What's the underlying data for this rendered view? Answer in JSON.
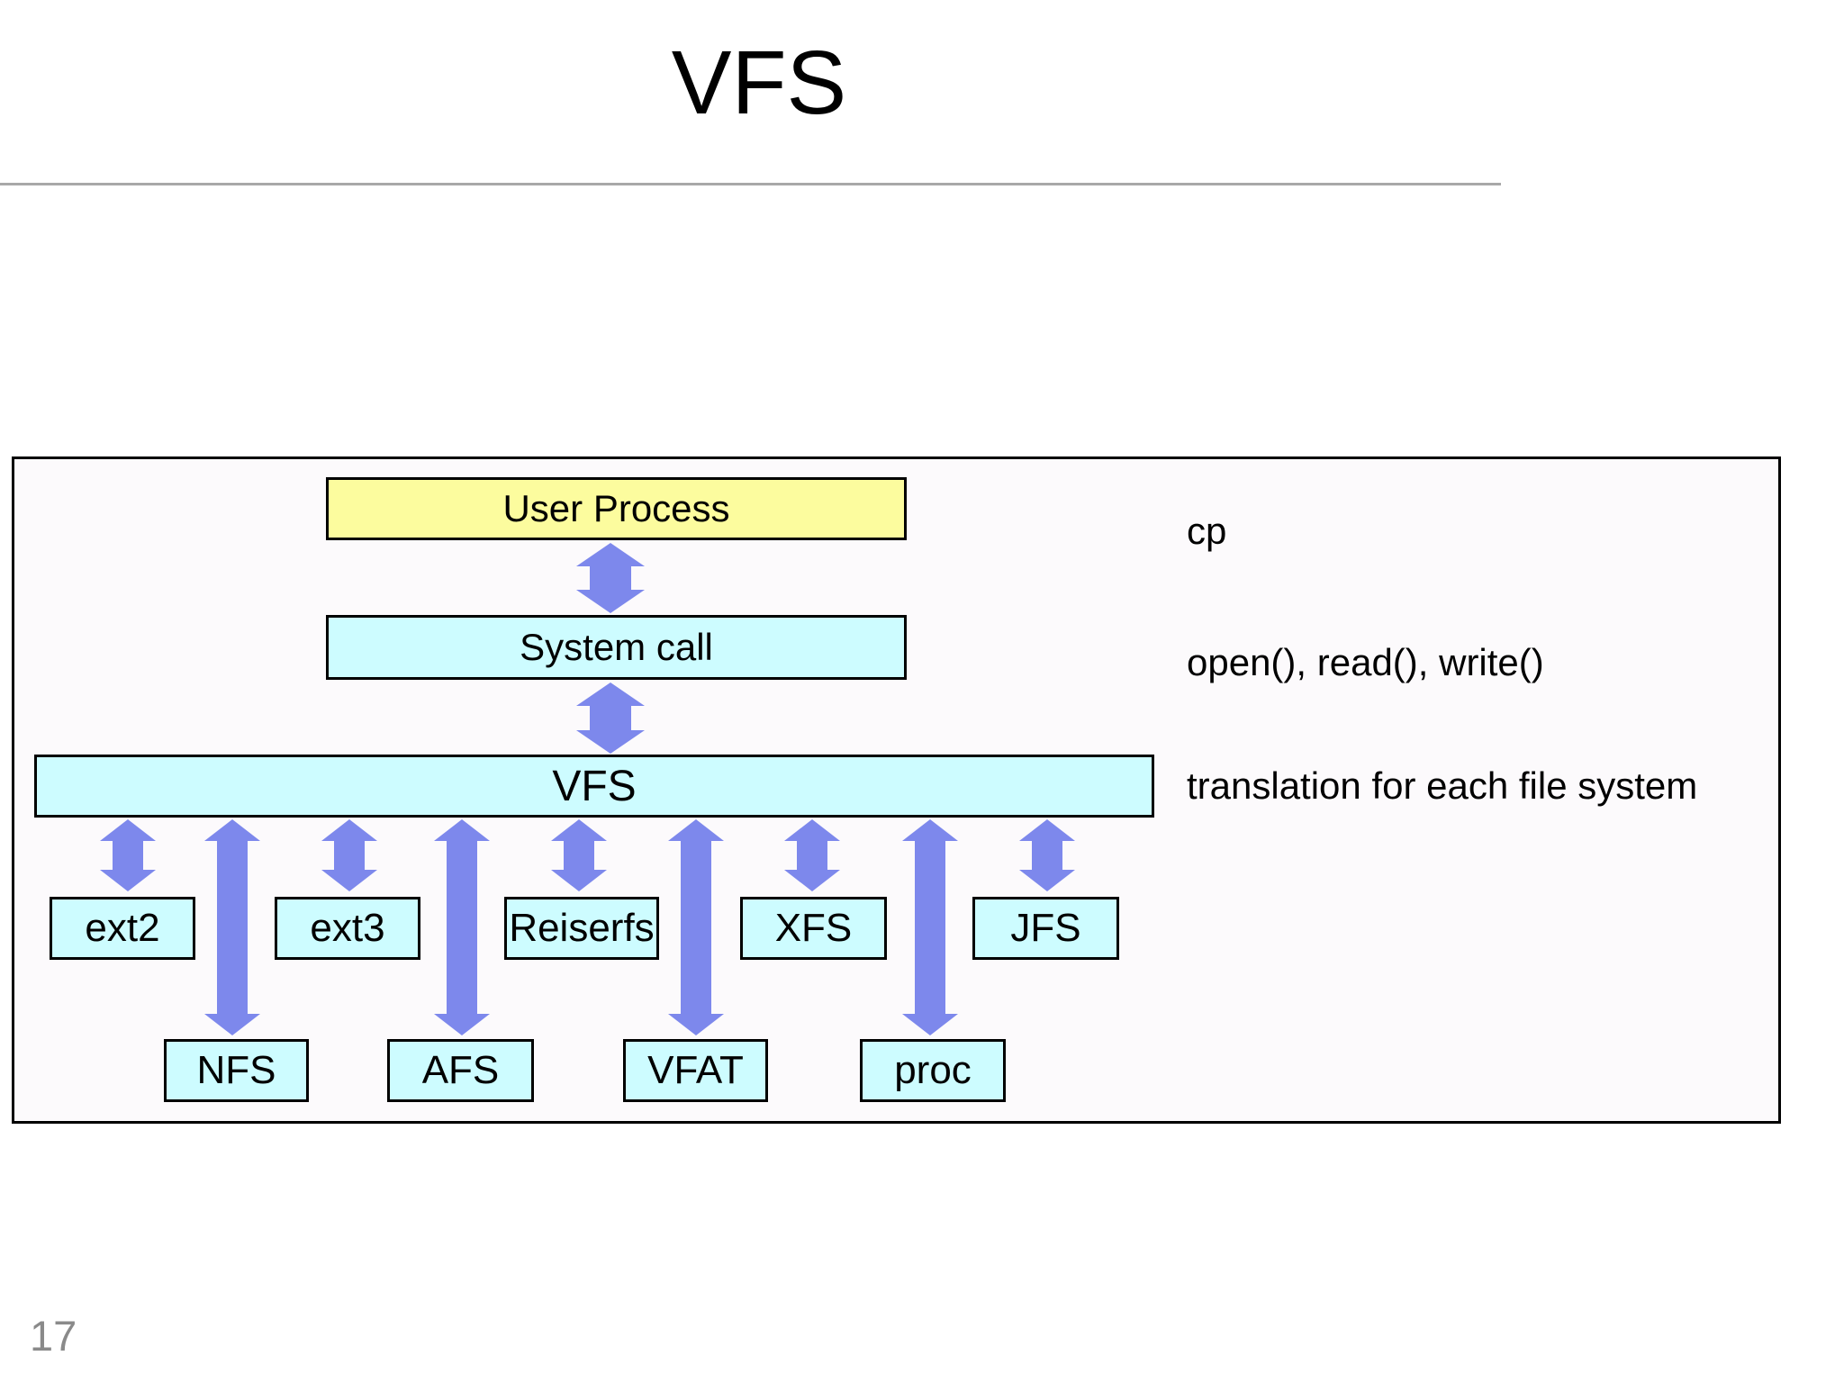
{
  "page": {
    "title": "VFS",
    "page_number": "17"
  },
  "colors": {
    "user_process_fill": "#fcfc9e",
    "filesystem_fill": "#cdfcff",
    "arrow": "#7d88ec",
    "box_border": "#000000",
    "divider": "#a8a8a8",
    "page_number": "#8a8a8a",
    "background": "#ffffff"
  },
  "icons": {
    "double_arrow": "vertical double-headed arrow (css triangles + shaft)"
  },
  "diagram": {
    "user_process": {
      "label": "User Process"
    },
    "system_call": {
      "label": "System call"
    },
    "vfs": {
      "label": "VFS"
    },
    "row1": [
      {
        "label": "ext2"
      },
      {
        "label": "ext3"
      },
      {
        "label": "Reiserfs"
      },
      {
        "label": "XFS"
      },
      {
        "label": "JFS"
      }
    ],
    "row2": [
      {
        "label": "NFS"
      },
      {
        "label": "AFS"
      },
      {
        "label": "VFAT"
      },
      {
        "label": "proc"
      }
    ],
    "annotations": {
      "cp": "cp",
      "system_call": "open(), read(), write()",
      "vfs": "translation for each file system"
    }
  }
}
